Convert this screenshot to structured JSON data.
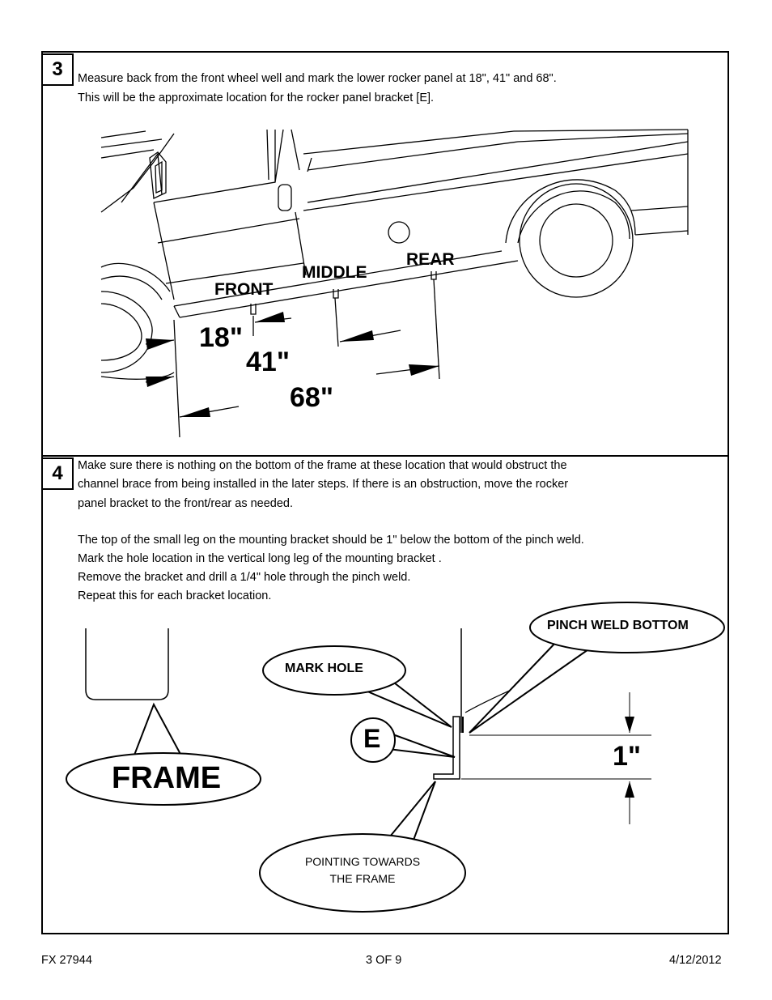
{
  "step3": {
    "number": "3",
    "text": [
      "Measure back from the front wheel well and mark the lower rocker panel at 18\", 41\" and 68\".",
      "This will be the approximate location for the rocker panel bracket [E]."
    ],
    "labels": {
      "front": "FRONT",
      "middle": "MIDDLE",
      "rear": "REAR"
    },
    "measurements": {
      "m18": "18\"",
      "m41": "41\"",
      "m68": "68\""
    }
  },
  "step4": {
    "number": "4",
    "text": [
      "Make sure there is nothing on the bottom of the frame at these location that would obstruct the",
      "channel brace from being installed in the later steps.  If there is an obstruction, move the rocker",
      "panel bracket to the front/rear as needed."
    ],
    "text2": [
      "The top of the small leg on the mounting bracket should be 1\" below the bottom of the pinch weld.",
      "Mark the hole location in the vertical long leg of the mounting bracket .",
      "Remove the bracket and drill a 1/4\" hole through the pinch weld.",
      "Repeat this for each bracket location."
    ],
    "callouts": {
      "pinch_weld": "PINCH WELD BOTTOM",
      "mark_hole": "MARK HOLE",
      "bracket": "E",
      "frame": "FRAME",
      "pointing_line1": "POINTING TOWARDS",
      "pointing_line2": "THE FRAME",
      "dimension": "1\""
    }
  },
  "footer": {
    "left": "FX 27944",
    "center": "3 OF 9",
    "right": "4/12/2012"
  }
}
